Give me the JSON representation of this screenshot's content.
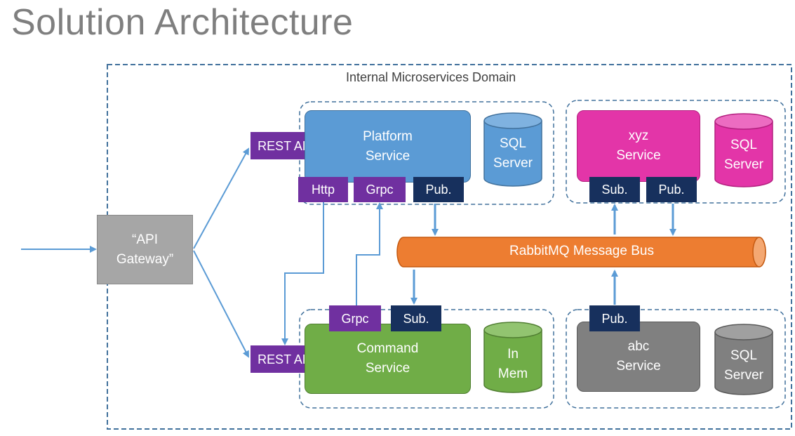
{
  "title": "Solution Architecture",
  "domain_label": "Internal Microservices Domain",
  "gateway": {
    "label": "“API\nGateway”"
  },
  "rest_api_top": "REST API",
  "rest_api_bottom": "REST API",
  "platform": {
    "label": "Platform\nService",
    "db": "SQL\nServer",
    "http": "Http",
    "grpc": "Grpc",
    "pub": "Pub.",
    "color": "#5b9bd5"
  },
  "xyz": {
    "label": "xyz\nService",
    "db": "SQL\nServer",
    "sub": "Sub.",
    "pub": "Pub.",
    "color": "#e335a8"
  },
  "bus": {
    "label": "RabbitMQ Message Bus",
    "color": "#ed7d31"
  },
  "command": {
    "label": "Command\nService",
    "db": "In\nMem",
    "grpc": "Grpc",
    "sub": "Sub.",
    "color": "#70ad47"
  },
  "abc": {
    "label": "abc\nService",
    "db": "SQL\nServer",
    "pub": "Pub.",
    "color": "#808080"
  },
  "colors": {
    "arrow": "#5b9bd5",
    "dashed_border": "#41719c",
    "tag_purple": "#7030a0",
    "tag_navy": "#17305d"
  }
}
